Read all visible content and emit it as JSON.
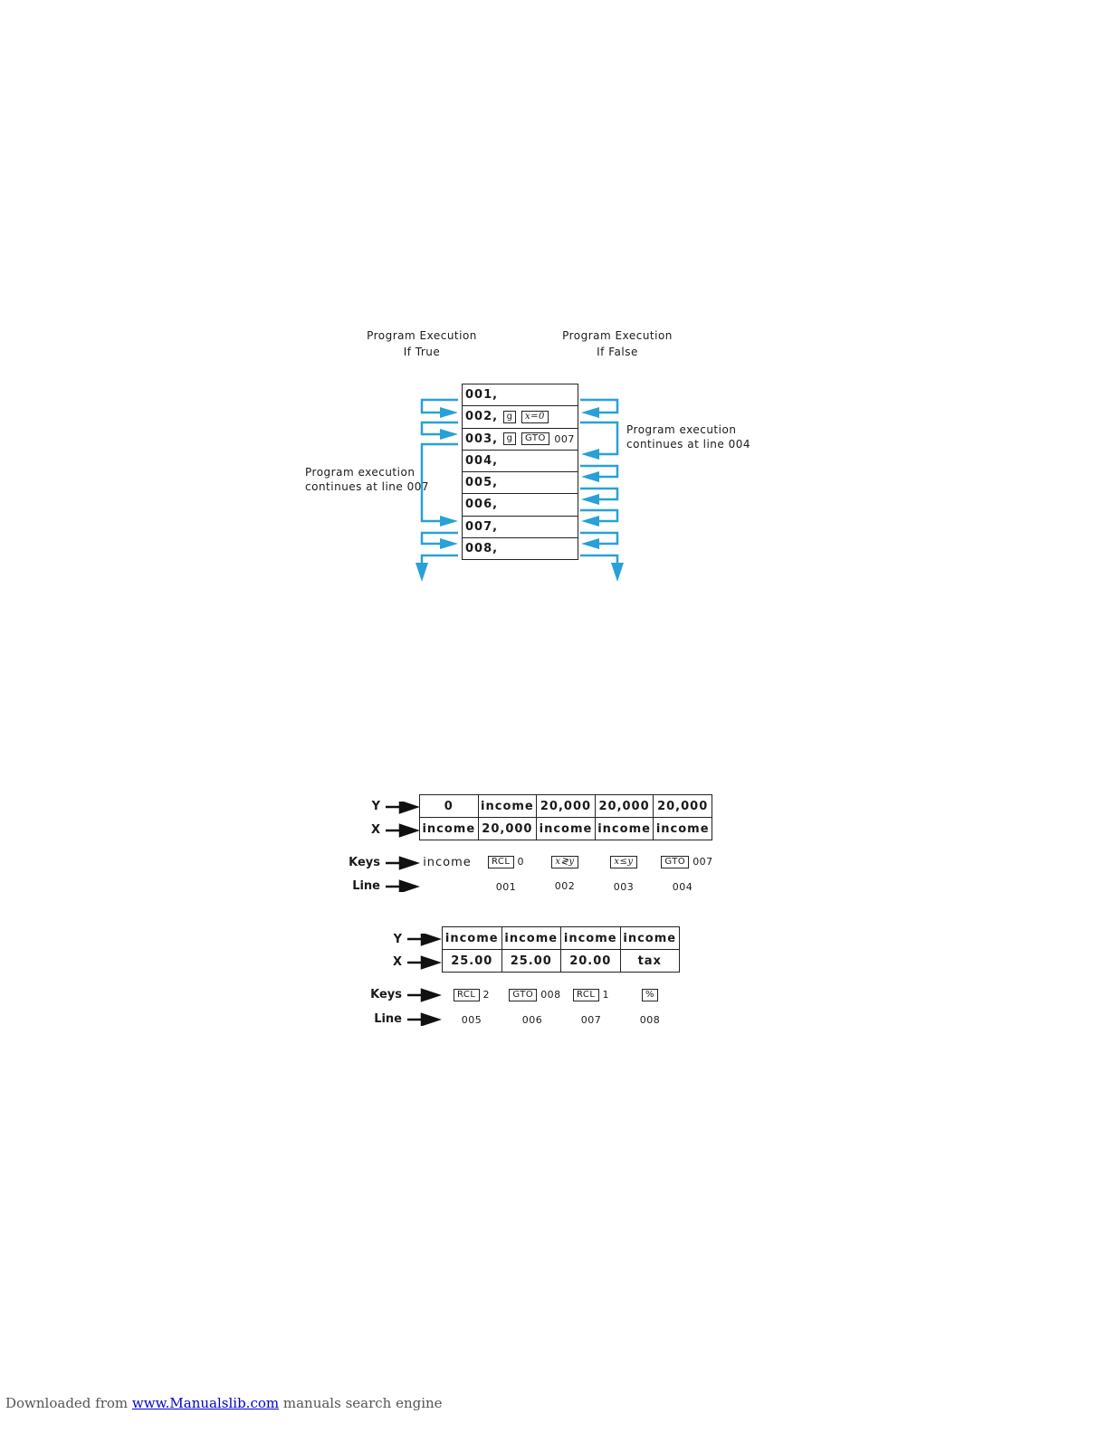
{
  "diagram": {
    "header_true": [
      "Program Execution",
      "If True"
    ],
    "header_false": [
      "Program Execution",
      "If False"
    ],
    "note_left": [
      "Program execution",
      "continues at line 007"
    ],
    "note_right": [
      "Program execution",
      "continues at line 004"
    ],
    "lines": [
      {
        "num": "001,"
      },
      {
        "num": "002,",
        "keys": [
          "g",
          "x=0"
        ]
      },
      {
        "num": "003,",
        "keys": [
          "g",
          "GTO"
        ],
        "tail": "007"
      },
      {
        "num": "004,"
      },
      {
        "num": "005,"
      },
      {
        "num": "006,"
      },
      {
        "num": "007,"
      },
      {
        "num": "008,"
      }
    ],
    "arrow_color": "#29a0d8"
  },
  "stack1": {
    "labels": {
      "y": "Y",
      "x": "X",
      "keys": "Keys",
      "line": "Line"
    },
    "y": [
      "0",
      "income",
      "20,000",
      "20,000",
      "20,000"
    ],
    "x": [
      "income",
      "20,000",
      "income",
      "income",
      "income"
    ],
    "keys": [
      {
        "text": "income"
      },
      {
        "key": "RCL",
        "tail": "0"
      },
      {
        "key": "x≷y"
      },
      {
        "key": "x≤y"
      },
      {
        "key": "GTO",
        "tail": "007"
      }
    ],
    "lines": [
      "",
      "001",
      "002",
      "003",
      "004"
    ]
  },
  "stack2": {
    "labels": {
      "y": "Y",
      "x": "X",
      "keys": "Keys",
      "line": "Line"
    },
    "y": [
      "income",
      "income",
      "income",
      "income"
    ],
    "x": [
      "25.00",
      "25.00",
      "20.00",
      "tax"
    ],
    "keys": [
      {
        "key": "RCL",
        "tail": "2"
      },
      {
        "key": "GTO",
        "tail": "008"
      },
      {
        "key": "RCL",
        "tail": "1"
      },
      {
        "key": "%"
      }
    ],
    "lines": [
      "005",
      "006",
      "007",
      "008"
    ]
  },
  "footer": {
    "prefix": "Downloaded from ",
    "link": "www.Manualslib.com",
    "suffix": " manuals search engine"
  }
}
